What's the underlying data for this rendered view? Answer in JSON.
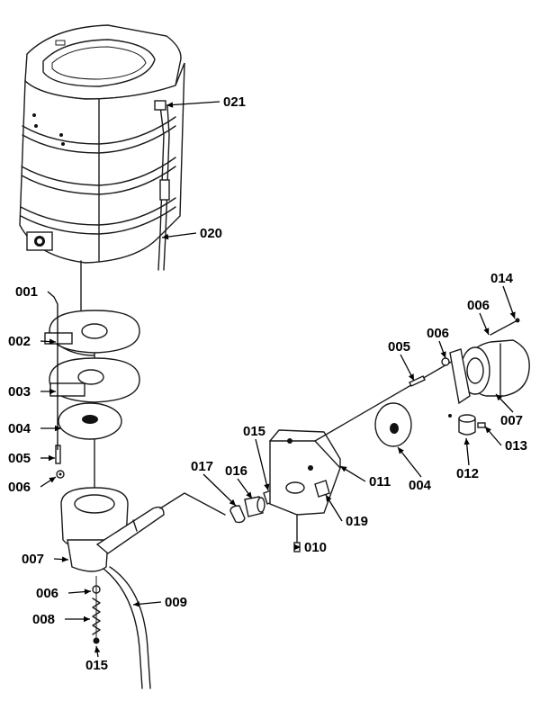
{
  "callouts": [
    "021",
    "020",
    "001",
    "002",
    "003",
    "004",
    "005",
    "006",
    "007",
    "006",
    "008",
    "015",
    "009",
    "017",
    "016",
    "015",
    "011",
    "010",
    "019",
    "004",
    "005",
    "006",
    "014",
    "006",
    "007",
    "013",
    "012"
  ]
}
